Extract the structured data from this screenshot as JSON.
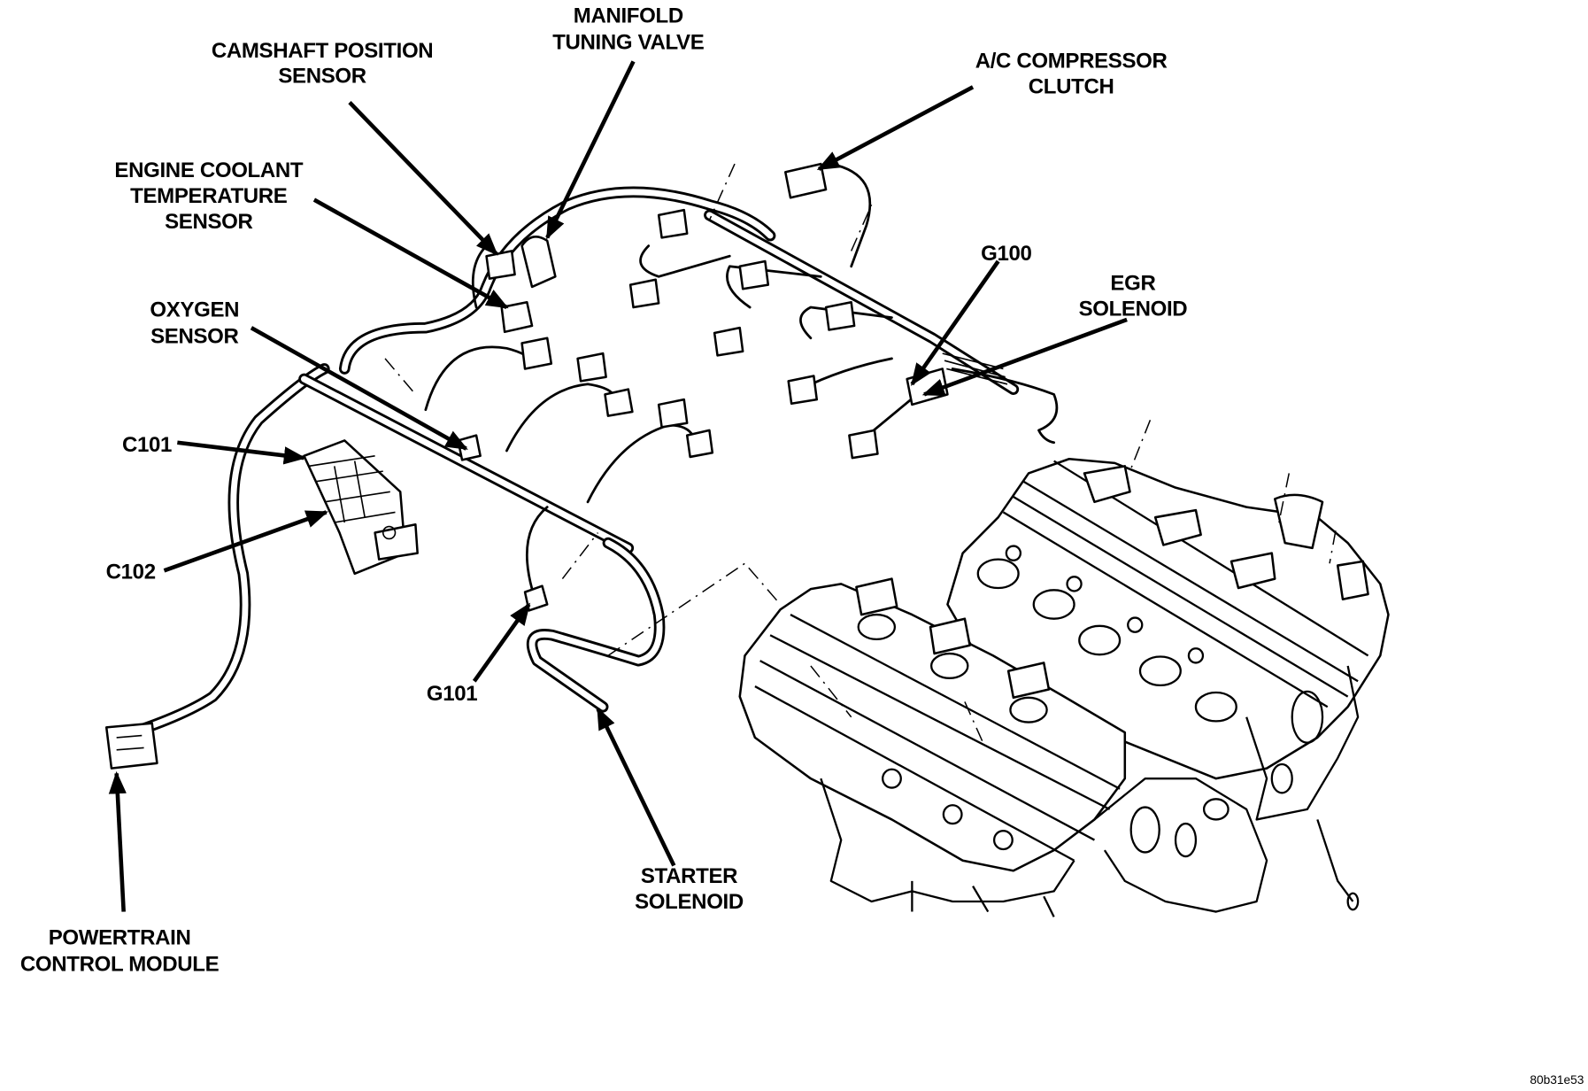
{
  "figure": {
    "title": "Engine wiring harness component locations",
    "figure_code": "80b31e53"
  },
  "labels": {
    "camshaft_position_sensor": [
      "CAMSHAFT POSITION",
      "SENSOR"
    ],
    "manifold_tuning_valve": [
      "MANIFOLD",
      "TUNING VALVE"
    ],
    "ac_compressor_clutch": [
      "A/C COMPRESSOR",
      "CLUTCH"
    ],
    "engine_coolant_temperature_sensor": [
      "ENGINE COOLANT",
      "TEMPERATURE",
      "SENSOR"
    ],
    "g100": [
      "G100"
    ],
    "egr_solenoid": [
      "EGR",
      "SOLENOID"
    ],
    "oxygen_sensor": [
      "OXYGEN",
      "SENSOR"
    ],
    "c101": [
      "C101"
    ],
    "c102": [
      "C102"
    ],
    "g101": [
      "G101"
    ],
    "starter_solenoid": [
      "STARTER",
      "SOLENOID"
    ],
    "powertrain_control_module": [
      "POWERTRAIN",
      "CONTROL MODULE"
    ]
  }
}
